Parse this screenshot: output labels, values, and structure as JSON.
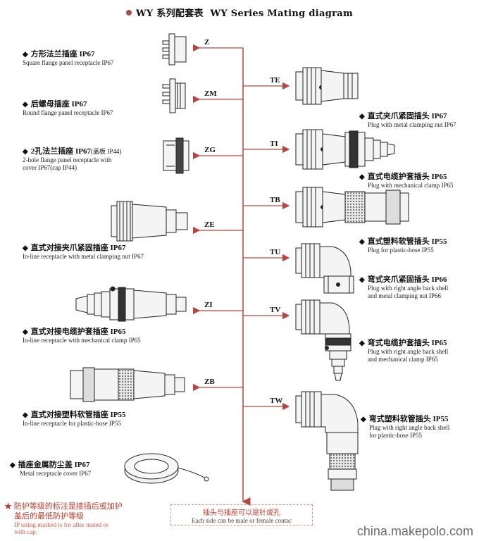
{
  "title": {
    "zh": "WY 系列配套表",
    "en": "WY  Series Mating diagram"
  },
  "left_items": [
    {
      "code": "Z",
      "zh": "方形法兰插座 IP67",
      "en": [
        "Square flange panel receptacle  IP67"
      ]
    },
    {
      "code": "ZM",
      "zh": "后螺母插座 IP67",
      "en": [
        "Round flange panel receptacle  IP67"
      ]
    },
    {
      "code": "ZG",
      "zh": "2孔法兰插座 IP67",
      "zh_small": "(盖板 IP44)",
      "en": [
        "2-hole flange panel receptacle with",
        "cover IP67(cap IP44)"
      ]
    },
    {
      "code": "ZE",
      "zh": "直式对接夹爪紧固插座 IP67",
      "en": [
        "In-line receptacle with metal clamping nut  IP67"
      ]
    },
    {
      "code": "ZI",
      "zh": "直式对接电缆护套插座  IP65",
      "en": [
        "In-line receptacle with mechanical clamp  IP65"
      ]
    },
    {
      "code": "ZB",
      "zh": "直式对接塑料软管插座  IP55",
      "en": [
        "In-line receptacle for plastic-hose  IP55"
      ]
    },
    {
      "code": "",
      "zh": "插座金属防尘盖  IP67",
      "en": [
        "Metal receptacle cover  IP67"
      ]
    }
  ],
  "right_items": [
    {
      "code": "TE",
      "zh": "直式夹爪紧固插头 IP67",
      "en": [
        "Plug with metal clamping nut  IP67"
      ]
    },
    {
      "code": "TI",
      "zh": "直式电缆护套插头 IP65",
      "en": [
        "Plug with mechanical clamp  IP65"
      ]
    },
    {
      "code": "TB",
      "zh": "直式塑料软管插头   IP55",
      "en": [
        "Plug for plastic-hose  IP55"
      ]
    },
    {
      "code": "TU",
      "zh": "弯式夹爪紧固插头 IP66",
      "en": [
        "Plug with right angle back shell",
        "and metal clamping nut  IP66"
      ]
    },
    {
      "code": "TV",
      "zh": "弯式电缆护套插头 IP65",
      "en": [
        "Plug with right angle back shell",
        "and mechanical clamp  IP65"
      ]
    },
    {
      "code": "TW",
      "zh": "弯式塑料软管插头  IP55",
      "en": [
        "Plug with right angle back shell",
        "for plastic-hose IP55"
      ]
    }
  ],
  "note": {
    "zh": [
      "防护等级的标注是接插后或加护",
      "盖后的最低防护等级"
    ],
    "en": [
      "IP rating marked is for after mated or",
      "with cap."
    ]
  },
  "center_note": {
    "zh": "插头与插座可以是针或孔",
    "en": "Each side can be male or female contac"
  },
  "watermark": "china.makepolo.com",
  "colors": {
    "connector_line": "#b5473f",
    "note_red": "#c0392b",
    "title_dot": "#a0524a"
  }
}
